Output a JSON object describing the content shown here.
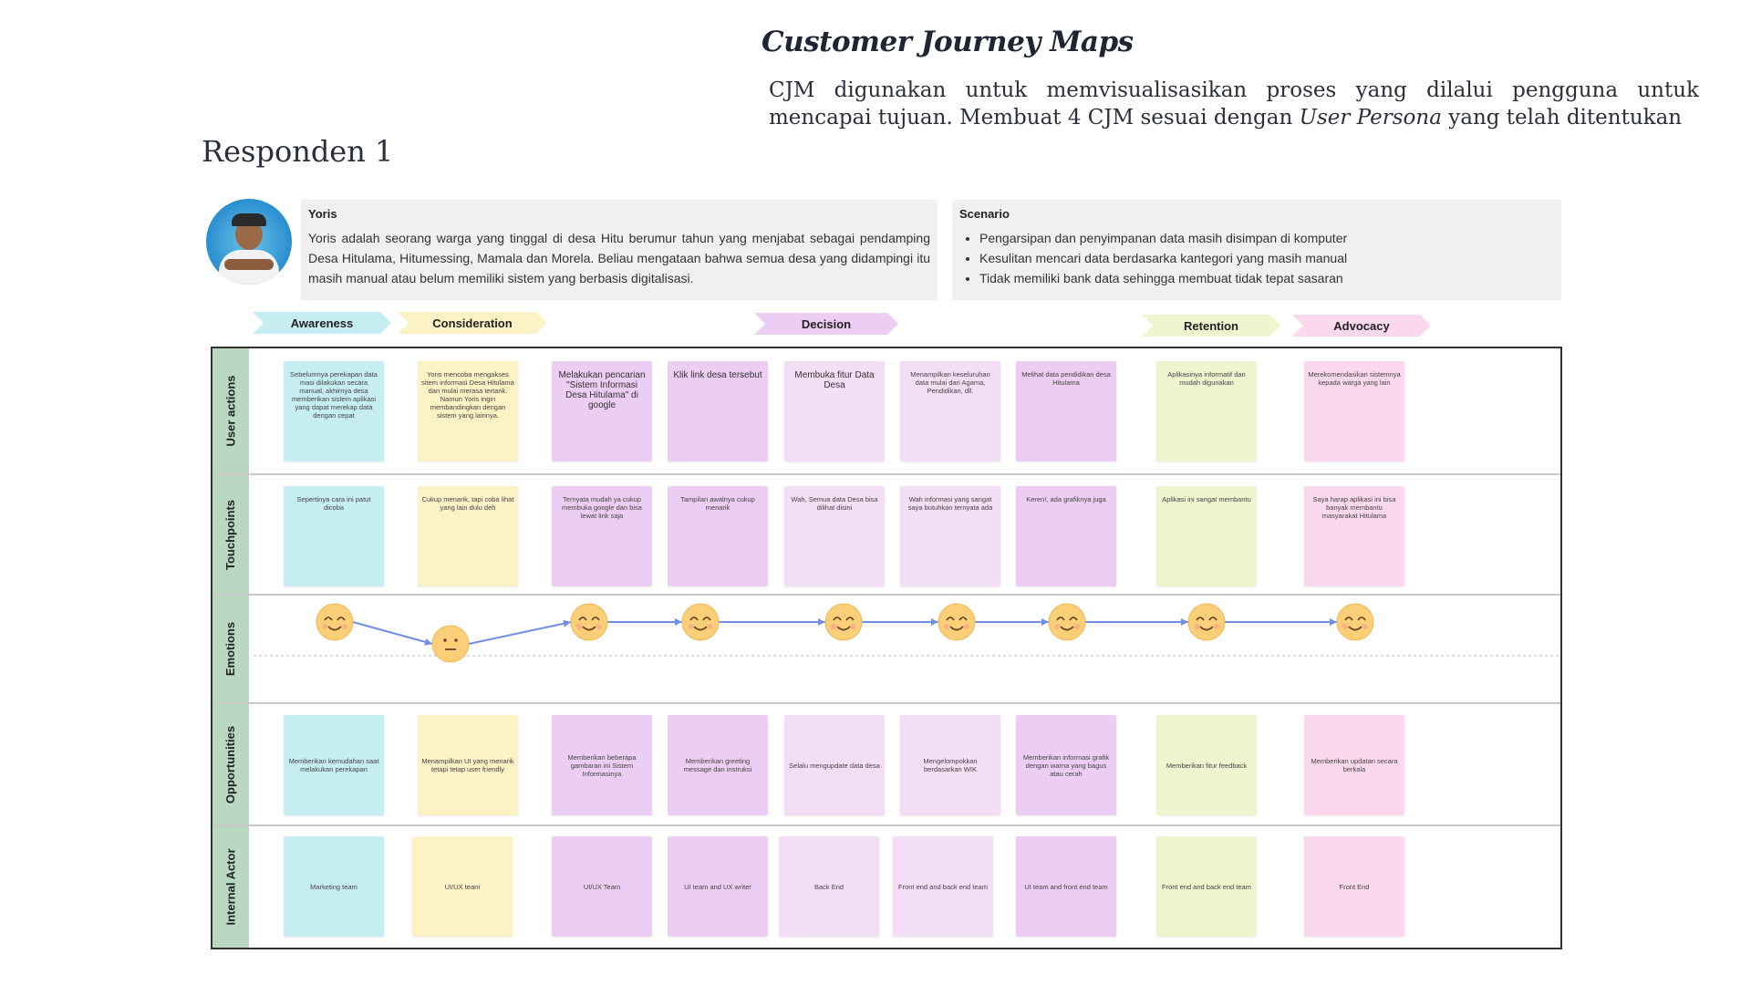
{
  "header": {
    "title": "Customer Journey Maps",
    "desc_part1": "CJM digunakan untuk memvisualisasikan proses yang dilalui pengguna untuk mencapai tujuan. Membuat 4 CJM sesuai dengan ",
    "desc_italic": "User Persona",
    "desc_part2": " yang telah ditentukan"
  },
  "respondent": "Responden 1",
  "persona": {
    "name": "Yoris",
    "bio": "Yoris adalah seorang warga yang tinggal di desa Hitu berumur tahun yang menjabat sebagai pendamping Desa Hitulama, Hitumessing, Mamala dan Morela. Beliau mengataan bahwa semua desa yang didampingi itu masih manual atau belum memiliki sistem yang berbasis digitalisasi."
  },
  "scenario": {
    "title": "Scenario",
    "items": [
      "Pengarsipan dan penyimpanan data masih disimpan di komputer",
      "Kesulitan mencari data berdasarka kantegori yang masih manual",
      "Tidak memiliki bank data sehingga membuat tidak tepat sasaran"
    ]
  },
  "colors": {
    "awareness": "#c6eef2",
    "consideration": "#fdf2c6",
    "decision_strong": "#eccdf3",
    "decision_light": "#f4def6",
    "retention": "#eef6cf",
    "advocacy": "#fcd8ee",
    "lane_label": "#b9d7c1",
    "emotion_line": "#6f8fe8"
  },
  "stages": [
    {
      "label": "Awareness"
    },
    {
      "label": "Consideration"
    },
    {
      "label": "Decision"
    },
    {
      "label": "Retention"
    },
    {
      "label": "Advocacy"
    }
  ],
  "lanes": [
    {
      "label": "User actions"
    },
    {
      "label": "Touchpoints"
    },
    {
      "label": "Emotions"
    },
    {
      "label": "Opportunities"
    },
    {
      "label": "Internal Actor"
    }
  ],
  "user_actions": [
    "Sebelumnya perekapan data masi dilakukan secara manual, akhirnya desa memberikan sistem aplikasi yang dapat merekap data dengan cepat",
    "Yoris mencoba mengakses sitem informasi Desa Hitulama dan mulai merasa tertarik. Namun Yoris ingin membandingkan dengan sistem yang lainnya.",
    "Melakukan pencarian \"Sistem Informasi Desa Hitulama\" di google",
    "Klik link desa tersebut",
    "Membuka fitur Data Desa",
    "Menampilkan keseluruhan data mulai dari Agama, Pendidikan, dll.",
    "Melihat data pendidikan desa Hitulama",
    "Aplikasinya informatif dan mudah digunakan",
    "Merekomendasikan sistemnya kepada warga yang lain"
  ],
  "touchpoints": [
    "Sepertinya cara ini patut dicoba",
    "Cukup menarik, tapi coba lihat yang lain dulu deh",
    "Ternyata mudah ya cukup membuka google dan bisa lewat link saja",
    "Tampilan awalnya cukup menarik",
    "Wah, Semua data Desa bisa dilihat disini",
    "Wah informasi yang sangat saya butuhkan ternyata ada",
    "Keren!, ada grafiknya juga",
    "Aplikasi ini sangat membantu",
    "Saya harap aplikasi ini bisa banyak membantu masyarakat Hitulama"
  ],
  "emotions": [
    "happy",
    "neutral",
    "happy",
    "happy",
    "happy",
    "happy",
    "happy",
    "happy",
    "happy"
  ],
  "opportunities": [
    "Memberikan kemudahan saat melakukan perekapan",
    "Menampilkan UI yang menarik tetapi tetap user friendly",
    "Memberikan beberapa gambaran ini Sistem Informasinya",
    "Memberikan greeting message dan instruksi",
    "Selalu mengupdate data desa",
    "Mengelompokkan berdasarkan WIK",
    "Memberikan informasi grafik dengan warna yang bagus atau cerah",
    "Memberikan fitur feedback",
    "Memberikan updatan secara berkala"
  ],
  "internal_actor": [
    "Marketing team",
    "UI/UX team",
    "UI/UX Team",
    "UI team and UX writer",
    "Back End",
    "Front end and back end team",
    "UI team and front end team",
    "Front end and back end team",
    "Front End"
  ]
}
